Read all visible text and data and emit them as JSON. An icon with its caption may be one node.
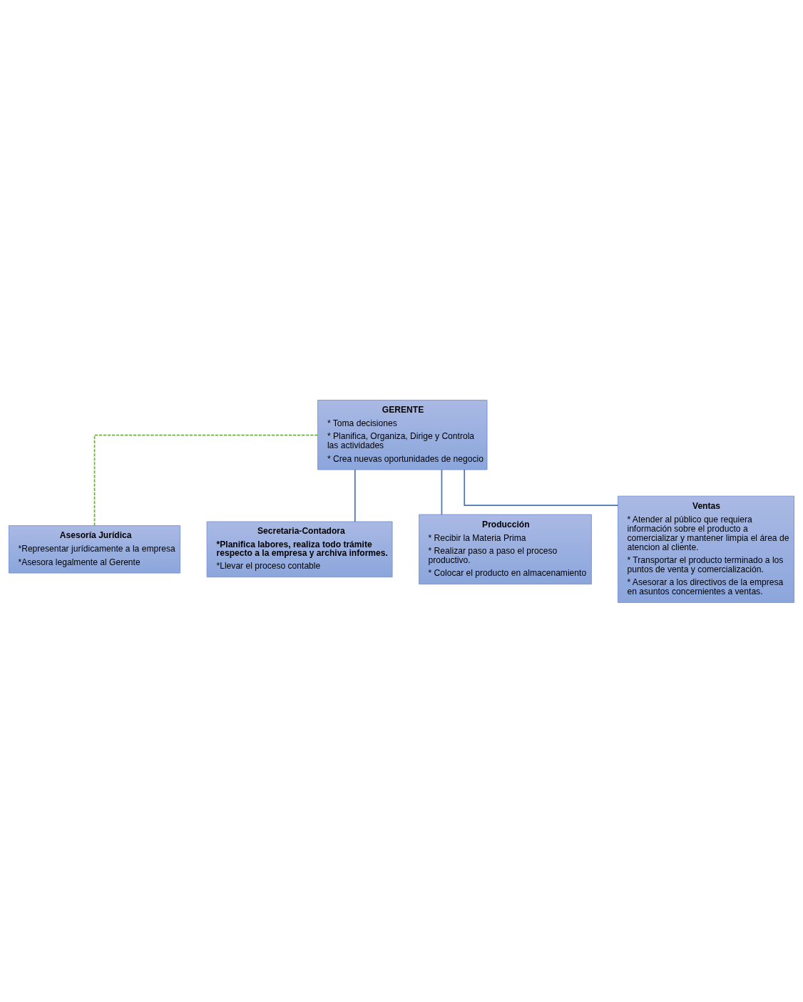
{
  "diagram": {
    "nodes": [
      {
        "text": [
          "GERENTE",
          "* Toma decisiones",
          "* Planifica, Organiza, Dirige y Controla las actividades",
          "* Crea nuevas oportunidades de negocio"
        ]
      },
      {
        "text": [
          "Asesoría Jurídica",
          "*Representar jurídicamente a la empresa",
          "*Asesora legalmente al Gerente"
        ]
      },
      {
        "text": [
          "Secretaria-Contadora",
          "*Planifica labores, realiza todo trámite respecto a la empresa y archiva informes.",
          "*Llevar el proceso contable"
        ]
      },
      {
        "text": [
          "Producción",
          "* Recibir la Materia Prima",
          "* Realizar paso a paso el proceso productivo.",
          "* Colocar el producto en almacenamiento"
        ]
      },
      {
        "text": [
          "Ventas",
          "* Atender al público que requiera información sobre el producto a comercializar y mantener limpia el área de atencion al cliente.",
          "* Transportar el producto terminado a los puntos de venta y comercialización.",
          "* Asesorar a los directivos de la empresa en asuntos concernientes a ventas."
        ]
      }
    ],
    "edges": [
      {
        "from": 0,
        "to": 1,
        "arrow": "none",
        "style": "dashed",
        "color": "#70ad47"
      },
      {
        "from": 0,
        "to": 2,
        "arrow": "none"
      },
      {
        "from": 0,
        "to": 3,
        "arrow": "none"
      },
      {
        "from": 0,
        "to": 4,
        "arrow": "none"
      }
    ]
  }
}
